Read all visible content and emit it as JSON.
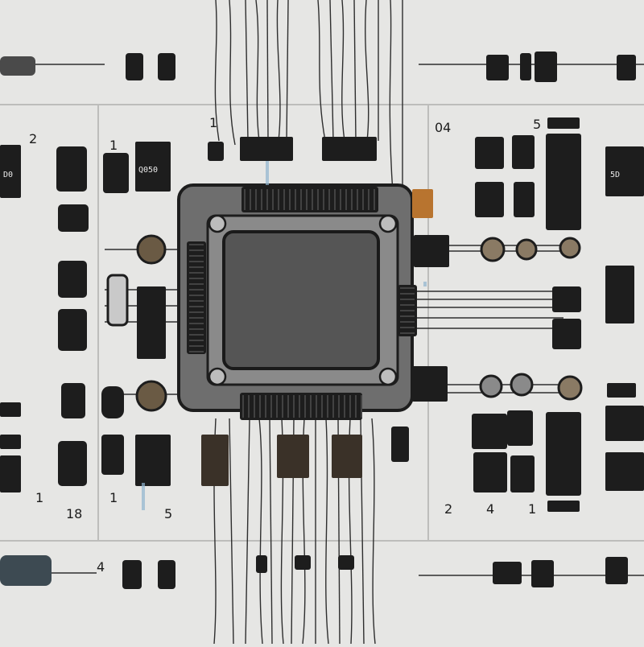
{
  "labels": {
    "tl_1": "2",
    "tl_2": "1",
    "tr_1": "04",
    "tr_2": "5",
    "mid_1": "1",
    "mid_2": "5",
    "bl_1": "1",
    "bl_2": "1",
    "bl_3": "18",
    "bl_4": "4",
    "br_1": "4",
    "br_2": "1",
    "br_3": "2"
  },
  "chip_marks": {
    "left_top": "Q050",
    "right_top": "5D",
    "bottom_left": "D0"
  },
  "colors": {
    "background": "#e6e6e4",
    "chip_body": "#6e6e6e",
    "die": "#555555",
    "component": "#1d1d1d",
    "wire": "#333333",
    "accent_orange": "#b8742f",
    "accent_blue": "#8fb4cf"
  }
}
